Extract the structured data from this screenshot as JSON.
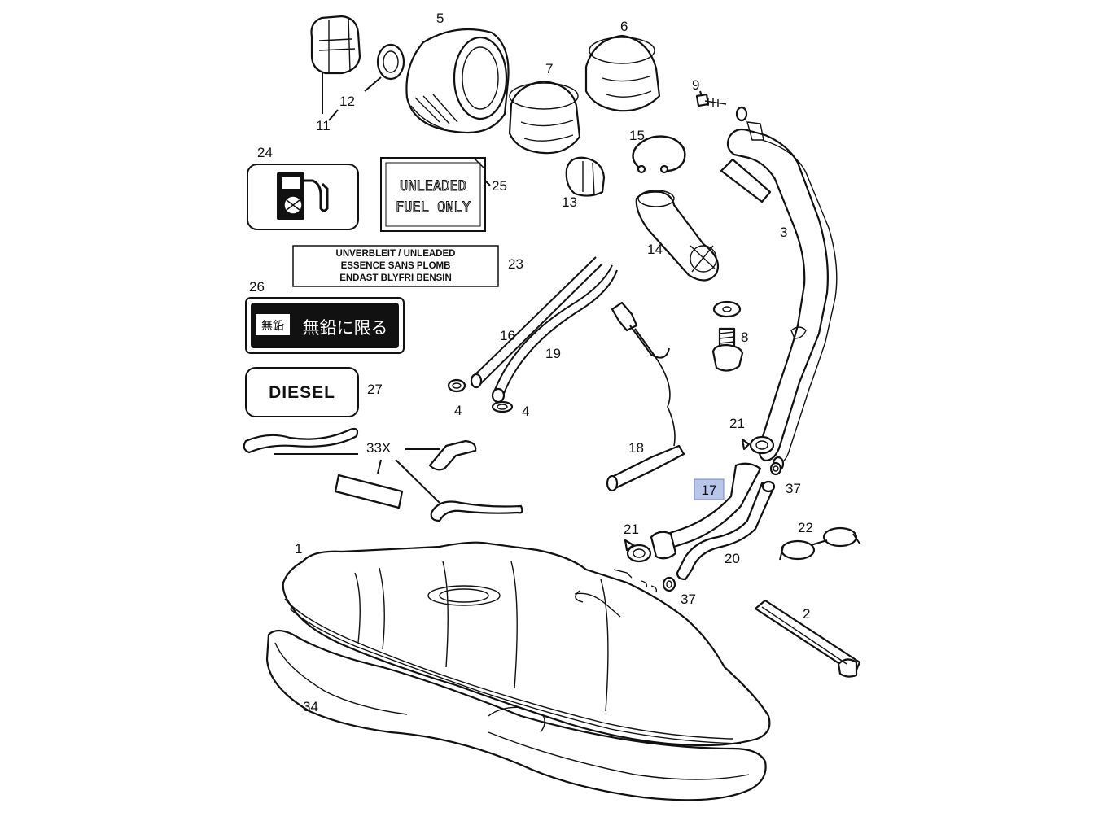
{
  "callouts": {
    "c1": "1",
    "c2": "2",
    "c3": "3",
    "c4a": "4",
    "c4b": "4",
    "c5": "5",
    "c6": "6",
    "c7": "7",
    "c8": "8",
    "c9": "9",
    "c11": "11",
    "c12": "12",
    "c13": "13",
    "c14": "14",
    "c15": "15",
    "c16": "16",
    "c17": "17",
    "c18": "18",
    "c19": "19",
    "c20": "20",
    "c21a": "21",
    "c21b": "21",
    "c22": "22",
    "c23": "23",
    "c24": "24",
    "c25": "25",
    "c26": "26",
    "c27": "27",
    "c33x": "33X",
    "c34": "34",
    "c37a": "37",
    "c37b": "37"
  },
  "labels": {
    "unleaded_line1": "UNLEADED",
    "unleaded_line2": "FUEL ONLY",
    "multi_line1": "UNVERBLEIT / UNLEADED",
    "multi_line2": "ESSENCE SANS PLOMB",
    "multi_line3": "ENDAST BLYFRI BENSIN",
    "jp_small": "無鉛",
    "jp_main": "無鉛に限る",
    "diesel": "DIESEL"
  },
  "colors": {
    "highlight": "#b8c6ea",
    "ink": "#111111"
  }
}
